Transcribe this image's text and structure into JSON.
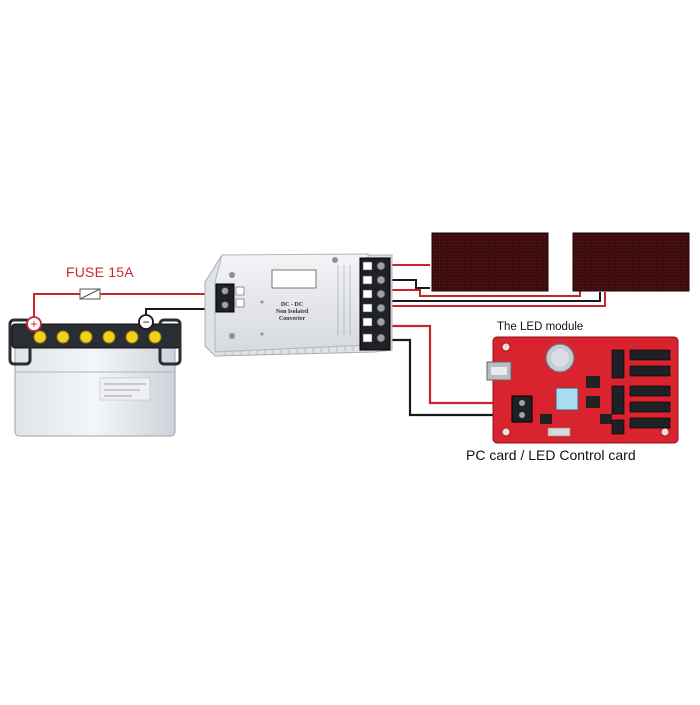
{
  "labels": {
    "fuse": "FUSE 15A",
    "led_module": "The LED module",
    "control_card": "PC card  / LED Control card"
  },
  "converter": {
    "line1": "DC - DC",
    "line2": "Non Isolated",
    "line3": "Converter"
  },
  "battery": {
    "positive_symbol": "+",
    "negative_symbol": "−"
  },
  "colors": {
    "wire_red": "#c8242b",
    "wire_black": "#1a1a1a",
    "label_red": "#d0262b",
    "led_panel": "#3b0b0b",
    "control_board": "#d9232e"
  }
}
